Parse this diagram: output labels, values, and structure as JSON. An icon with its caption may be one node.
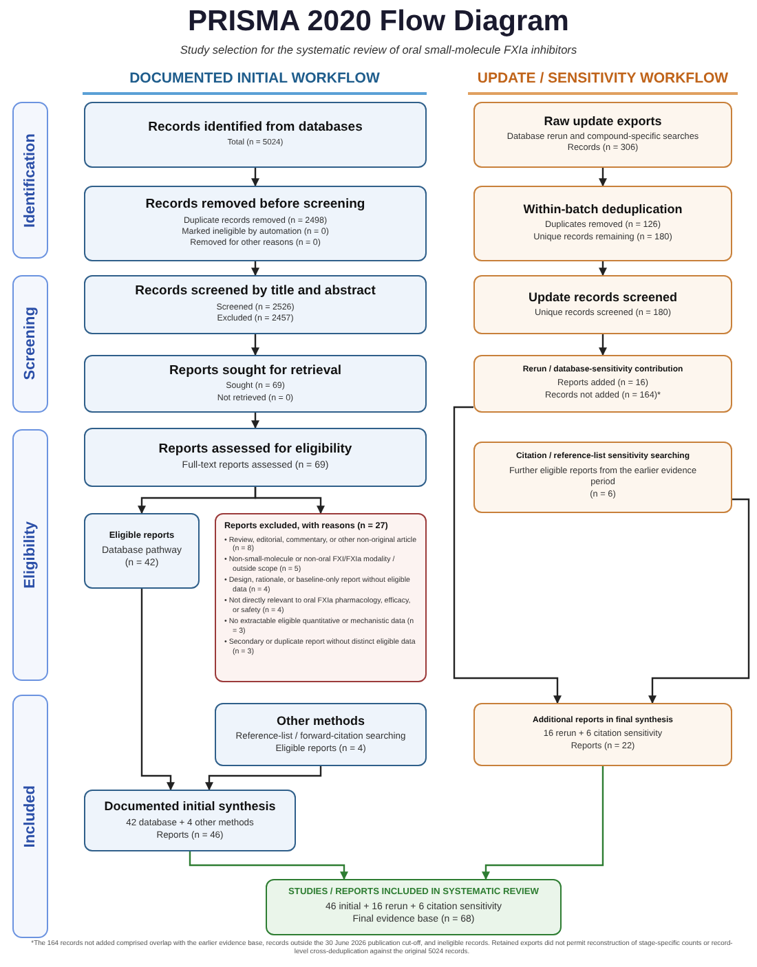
{
  "diagram": {
    "title": "PRISMA 2020 Flow Diagram",
    "nodes": [
      {
        "text": [
          "Records identified from databases",
          "Total (n = 5024)"
        ]
      },
      {
        "text": [
          "Records removed before screening",
          "Duplicate records removed (n = 2498)",
          "Marked ineligible by automation (n = 0)",
          "Removed for other reasons (n = 0)"
        ]
      },
      {
        "text": [
          "Records screened by title and abstract",
          "Screened (n = 2526)",
          "Excluded (n = 2457)"
        ]
      },
      {
        "text": [
          "Reports sought for retrieval",
          "Sought (n = 69)",
          "Not retrieved (n = 0)"
        ]
      },
      {
        "text": [
          "Reports assessed for eligibility",
          "Full-text reports assessed (n = 69)"
        ]
      },
      {
        "text": [
          "Eligible reports",
          "Database pathway",
          "(n = 42)"
        ]
      },
      {
        "text": [
          "Reports excluded, with reasons (n = 27)",
          "• Review, editorial, commentary, or other non-original article (n = 8)",
          "• Non-small-molecule or non-oral FXI/FXIa modality / outside scope (n = 5)",
          "• Design, rationale, or baseline-only report without eligible data (n = 4)",
          "• Not directly relevant to oral FXIa pharmacology, efficacy, or safety (n = 4)",
          "• No extractable eligible quantitative or mechanistic data (n = 3)",
          "• Secondary or duplicate report without distinct eligible data (n = 3)"
        ]
      },
      {
        "text": [
          "Other methods",
          "Reference-list / forward-citation searching",
          "Eligible reports (n = 4)"
        ]
      },
      {
        "text": [
          "Documented initial synthesis",
          "42 database + 4 other methods",
          "Reports (n = 46)"
        ]
      },
      {
        "text": [
          "Raw update exports",
          "Database rerun and compound-specific searches",
          "Records (n = 306)"
        ]
      },
      {
        "text": [
          "Within-batch deduplication",
          "Duplicates removed (n = 126)",
          "Unique records remaining (n = 180)"
        ]
      },
      {
        "text": [
          "Update records screened",
          "Unique records screened (n = 180)"
        ]
      },
      {
        "text": [
          "Rerun / database-sensitivity contribution",
          "Reports added (n = 16)",
          "Records not added (n = 164)*"
        ]
      },
      {
        "text": [
          "Citation / reference-list sensitivity searching",
          "Further eligible reports from the earlier evidence period",
          "(n = 6)"
        ]
      },
      {
        "text": [
          "Additional reports in final synthesis",
          "16 rerun + 6 citation sensitivity",
          "Reports (n = 22)"
        ]
      },
      {
        "text": [
          "STUDIES / REPORTS INCLUDED IN SYSTEMATIC REVIEW",
          "46 initial + 16 rerun + 6 citation sensitivity",
          "Final evidence base (n = 68)"
        ]
      },
      {
        "text": [
          "Identification"
        ]
      },
      {
        "text": [
          "Screening"
        ]
      },
      {
        "text": [
          "Eligibility"
        ]
      },
      {
        "text": [
          "Included"
        ]
      }
    ],
    "edges": [
      {
        "from": 0,
        "to": 1,
        "arrow": "to"
      },
      {
        "from": 1,
        "to": 2,
        "arrow": "to"
      },
      {
        "from": 2,
        "to": 3,
        "arrow": "to"
      },
      {
        "from": 3,
        "to": 4,
        "arrow": "to"
      },
      {
        "from": 4,
        "to": 5,
        "arrow": "to"
      },
      {
        "from": 4,
        "to": 6,
        "arrow": "to"
      },
      {
        "from": 5,
        "to": 8,
        "arrow": "to"
      },
      {
        "from": 7,
        "to": 8,
        "arrow": "to"
      },
      {
        "from": 8,
        "to": 15,
        "arrow": "to",
        "color": "#2e7d32"
      },
      {
        "from": 14,
        "to": 15,
        "arrow": "to",
        "color": "#2e7d32"
      },
      {
        "from": 9,
        "to": 10,
        "arrow": "to"
      },
      {
        "from": 10,
        "to": 11,
        "arrow": "to"
      },
      {
        "from": 11,
        "to": 12,
        "arrow": "to"
      },
      {
        "from": 12,
        "to": 14,
        "arrow": "to"
      },
      {
        "from": 13,
        "to": 14,
        "arrow": "to"
      }
    ],
    "labels": [
      "Study selection for the systematic review of oral small-molecule FXIa inhibitors",
      "DOCUMENTED INITIAL WORKFLOW",
      "UPDATE / SENSITIVITY WORKFLOW",
      "*The 164 records not added comprised overlap with the earlier evidence base, records outside the 30 June 2026 publication cut-off, and ineligible records. Retained exports did not permit reconstruction of stage-specific counts or record-level cross-deduplication against the original 5024 records."
    ]
  }
}
